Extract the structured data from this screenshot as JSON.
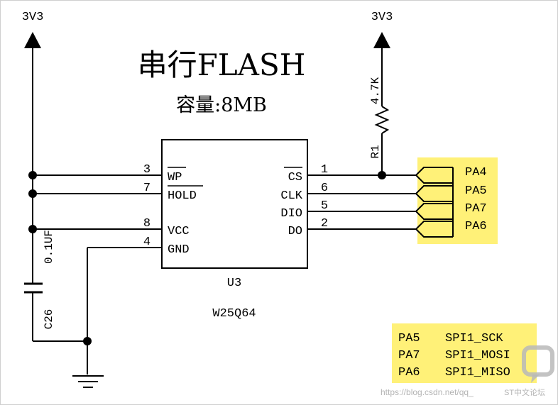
{
  "title": "串行FLASH",
  "capacity": "容量:8MB",
  "power_left": "3V3",
  "power_right": "3V3",
  "resistor": {
    "name": "R1",
    "value": "4.7K"
  },
  "capacitor": {
    "name": "C26",
    "value": "0.1UF"
  },
  "chip": {
    "ref": "U3",
    "part": "W25Q64",
    "left_pins": [
      {
        "num": "3",
        "label": "WP"
      },
      {
        "num": "7",
        "label": "HOLD"
      },
      {
        "num": "8",
        "label": "VCC"
      },
      {
        "num": "4",
        "label": "GND"
      }
    ],
    "right_pins": [
      {
        "num": "1",
        "label": "CS"
      },
      {
        "num": "6",
        "label": "CLK"
      },
      {
        "num": "5",
        "label": "DIO"
      },
      {
        "num": "2",
        "label": "DO"
      }
    ]
  },
  "net_labels": [
    "PA4",
    "PA5",
    "PA7",
    "PA6"
  ],
  "spi_map": [
    {
      "pin": "PA5",
      "func": "SPI1_SCK"
    },
    {
      "pin": "PA7",
      "func": "SPI1_MOSI"
    },
    {
      "pin": "PA6",
      "func": "SPI1_MISO"
    }
  ],
  "watermark": "https://blog.csdn.net/qq_",
  "watermark_logo": "ST中文论坛",
  "colors": {
    "highlight": "#fff178",
    "line": "#000000",
    "watermark": "#b4b4b4"
  }
}
